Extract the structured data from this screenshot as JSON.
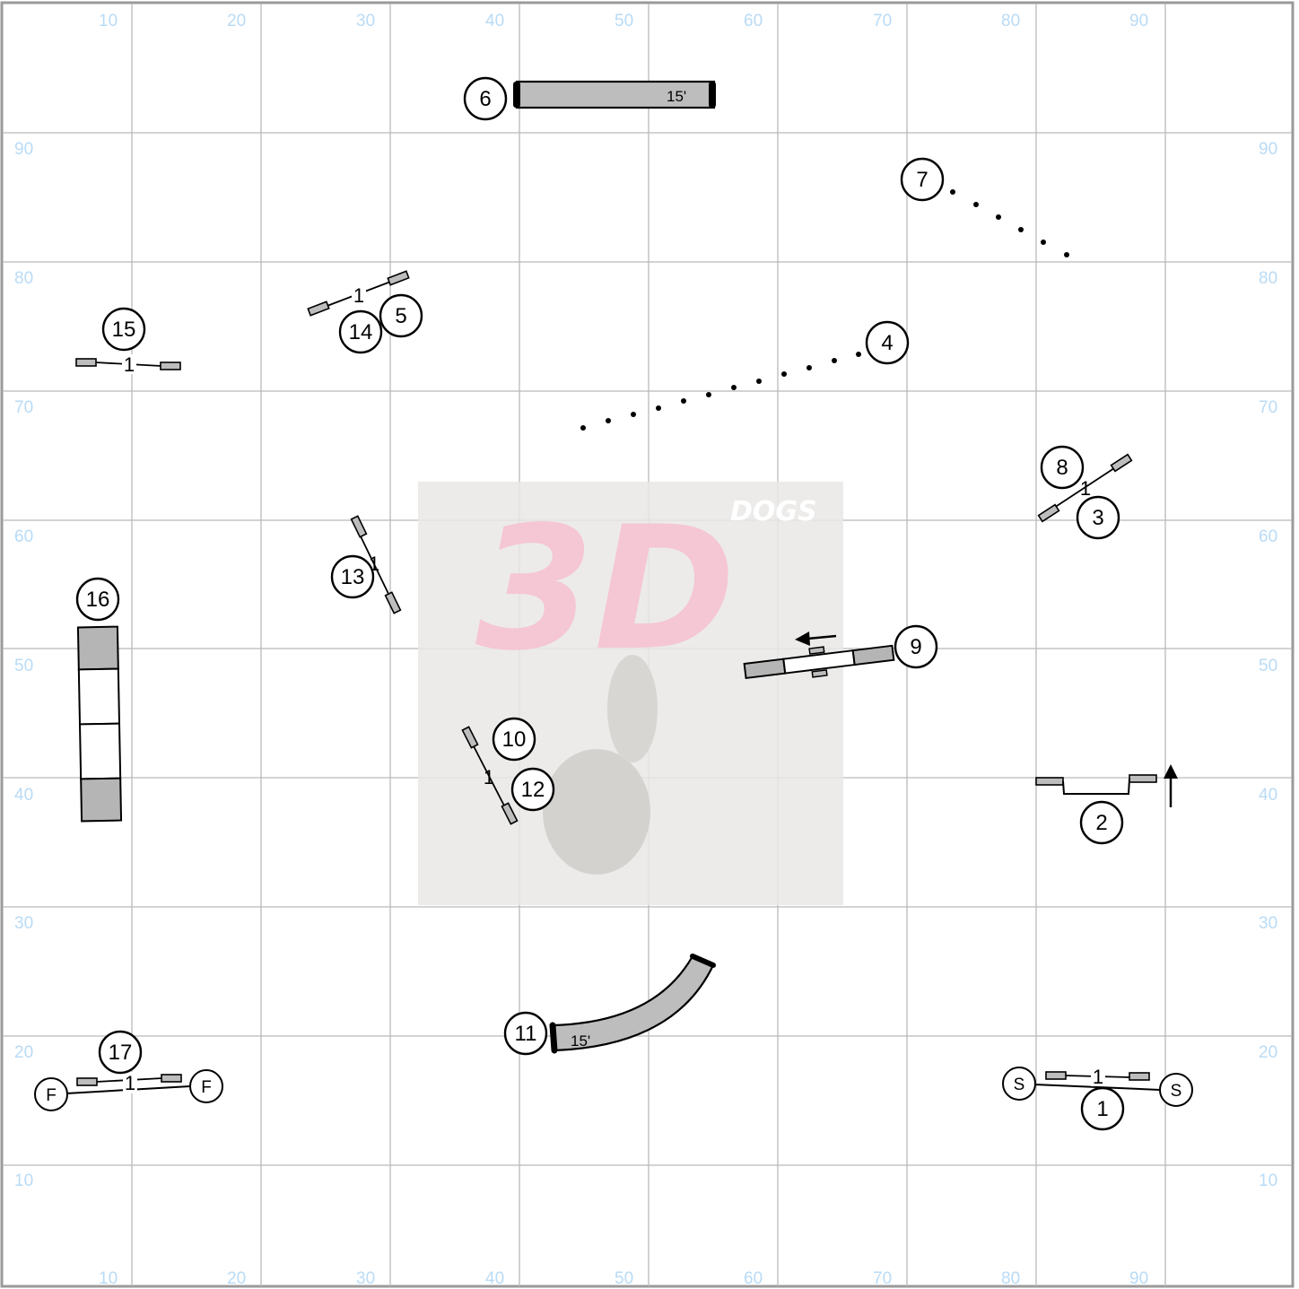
{
  "scale": {
    "top_labels": [
      "10",
      "20",
      "30",
      "40",
      "50",
      "60",
      "70",
      "80",
      "90"
    ],
    "bottom_labels": [
      "10",
      "20",
      "30",
      "40",
      "50",
      "60",
      "70",
      "80",
      "90"
    ],
    "left_labels": [
      "90",
      "80",
      "70",
      "60",
      "50",
      "40",
      "30",
      "20",
      "10"
    ],
    "right_labels": [
      "90",
      "80",
      "70",
      "60",
      "50",
      "40",
      "30",
      "20",
      "10"
    ]
  },
  "obstacles": {
    "n1": "1",
    "n2": "2",
    "n3": "3",
    "n4": "4",
    "n5": "5",
    "n6": "6",
    "n7": "7",
    "n8": "8",
    "n9": "9",
    "n10": "10",
    "n11": "11",
    "n12": "12",
    "n13": "13",
    "n14": "14",
    "n15": "15",
    "n16": "16",
    "n17": "17"
  },
  "jump_height_mark": "1",
  "start_marker": "S",
  "finish_marker": "F",
  "tunnel_length_6": "15'",
  "tunnel_length_11": "15'",
  "watermark": {
    "logo_3d": "3D",
    "logo_word": "DOGS"
  },
  "colors": {
    "grid": "#b9b9b9",
    "axis_label": "#b9dbf6",
    "equipment_fill": "#bdbdbd",
    "logo_pink": "#f7c3d2",
    "logo_blue": "#b3d8f3"
  }
}
